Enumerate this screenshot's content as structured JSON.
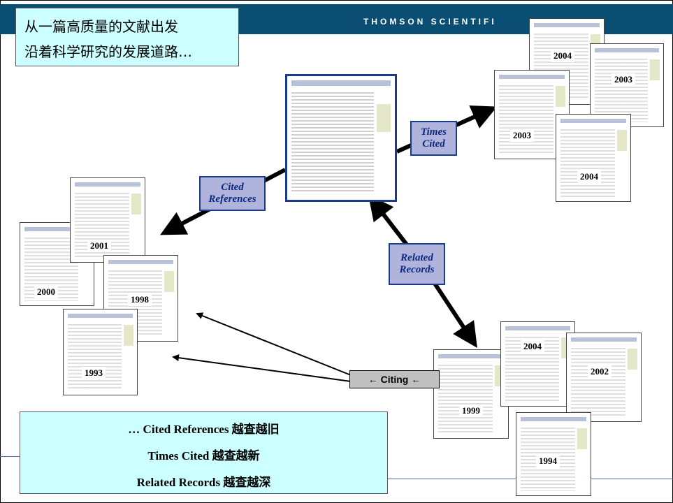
{
  "header": {
    "brand": "THOMSON SCIENTIFI"
  },
  "title": {
    "line1": "从一篇高质量的文献出发",
    "line2": "沿着科学研究的发展道路…"
  },
  "labels": {
    "times_cited": [
      "Times",
      "Cited"
    ],
    "cited_references": [
      "Cited",
      "References"
    ],
    "related_records": [
      "Related",
      "Records"
    ],
    "citing": "← Citing ←"
  },
  "cited_years": [
    "2001",
    "2000",
    "1998",
    "1993"
  ],
  "times_cited_years": [
    "2004",
    "2003",
    "2003",
    "2004"
  ],
  "related_years": [
    "2004",
    "2002",
    "1999",
    "1994"
  ],
  "summary": {
    "line1": "… Cited References 越查越旧",
    "line2": "Times Cited 越查越新",
    "line3": "Related Records 越查越深"
  },
  "colors": {
    "header_band": "#0a4f73",
    "title_bg": "#ccffff",
    "label_bg": "#b0b4dc",
    "label_text": "#0a2a80",
    "citing_bg": "#c0c0c0"
  }
}
